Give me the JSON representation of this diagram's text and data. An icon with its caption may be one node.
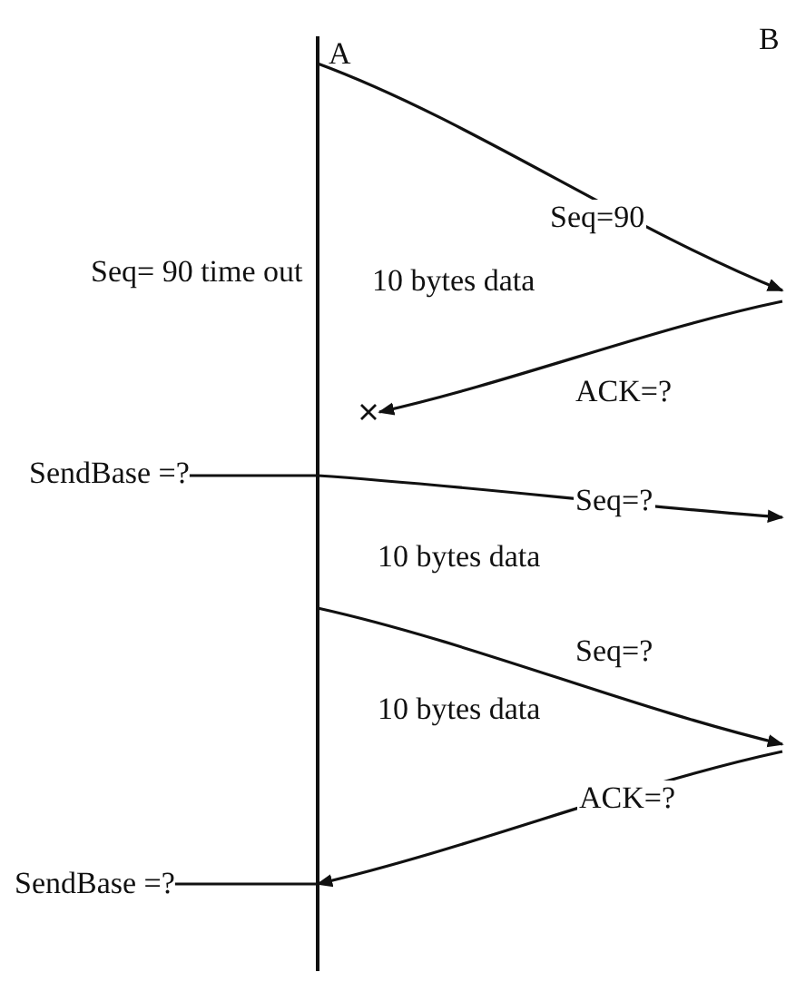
{
  "diagram": {
    "nodes": [
      {
        "text": [
          "A"
        ]
      },
      {
        "text": [
          "B"
        ]
      },
      {
        "text": [],
        "shape": "cross"
      },
      {
        "text": [
          "SendBase =?"
        ]
      },
      {
        "text": [
          "SendBase =?"
        ]
      }
    ],
    "edges": [
      {
        "from": 0,
        "to": null,
        "arrow": "to",
        "label": "Seq=90"
      },
      {
        "from": null,
        "to": 2,
        "arrow": "to",
        "label": "ACK=?"
      },
      {
        "from": 0,
        "to": null,
        "arrow": "to",
        "label": "Seq=?"
      },
      {
        "from": 0,
        "to": null,
        "arrow": "to",
        "label": "Seq=?"
      },
      {
        "from": null,
        "to": 0,
        "arrow": "to",
        "label": "ACK=?"
      },
      {
        "from": 3,
        "to": 0,
        "arrow": "none"
      },
      {
        "from": 4,
        "to": 0,
        "arrow": "none"
      }
    ],
    "labels": [
      "Seq= 90 time out",
      "10 bytes data",
      "10 bytes data",
      "10 bytes data"
    ]
  }
}
